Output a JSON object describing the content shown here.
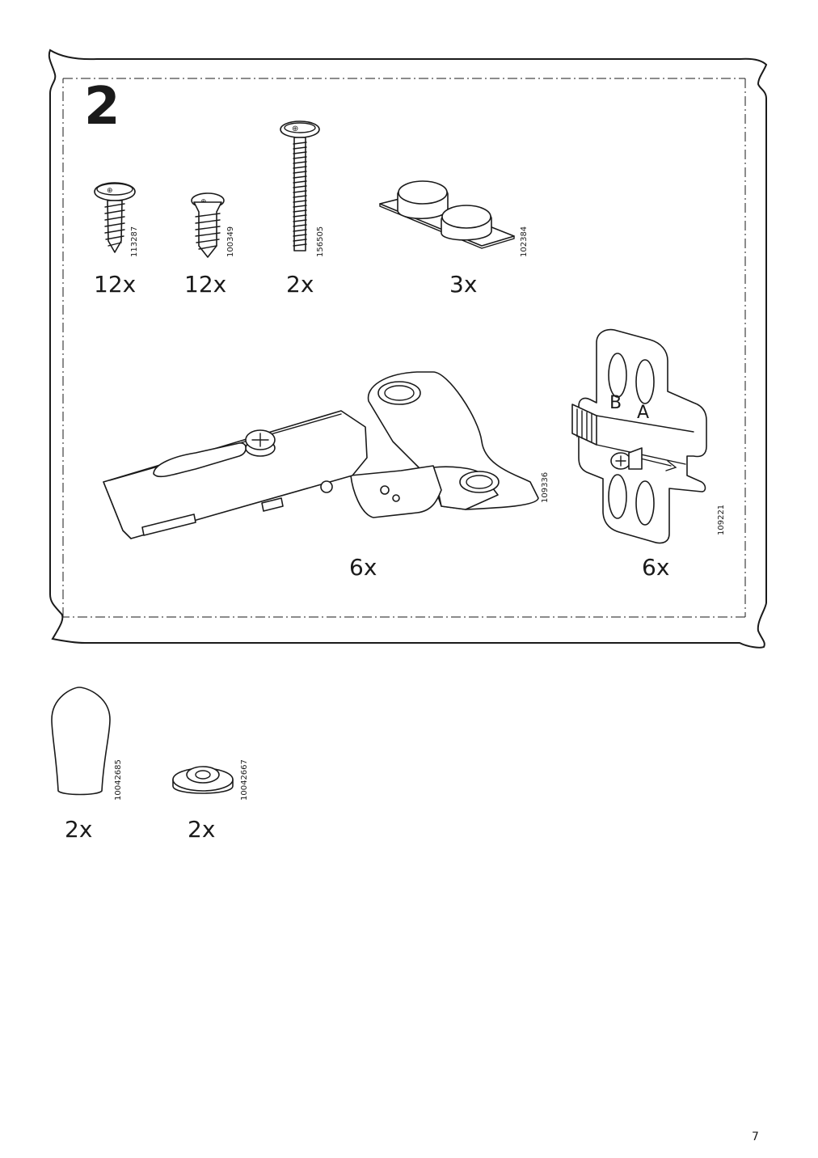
{
  "step": {
    "number": "2"
  },
  "parts_bag": [
    {
      "name": "screw-pan-head",
      "code": "113287",
      "qty": "12x"
    },
    {
      "name": "screw-countersunk",
      "code": "100349",
      "qty": "12x"
    },
    {
      "name": "bolt-long",
      "code": "156505",
      "qty": "2x"
    },
    {
      "name": "bumper-pads",
      "code": "102384",
      "qty": "3x"
    },
    {
      "name": "hinge",
      "code": "109336",
      "qty": "6x"
    },
    {
      "name": "mounting-plate",
      "code": "109221",
      "qty": "6x"
    }
  ],
  "loose_parts": [
    {
      "name": "knob",
      "code": "10042685",
      "qty": "2x"
    },
    {
      "name": "washer",
      "code": "10042667",
      "qty": "2x"
    }
  ],
  "mounting_plate_labels": {
    "b": "B",
    "a": "A"
  },
  "page": {
    "number": "7"
  }
}
